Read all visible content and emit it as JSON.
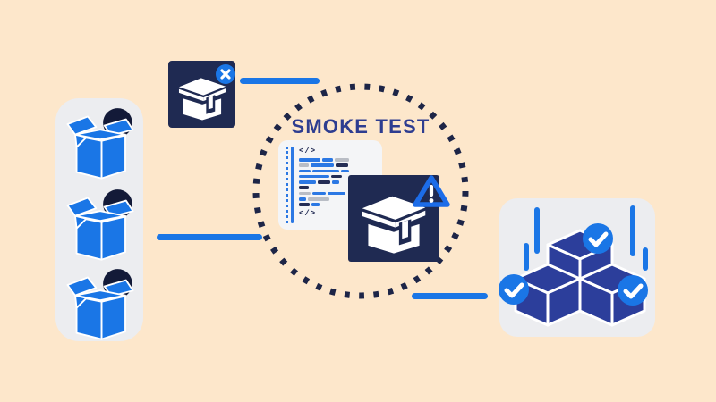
{
  "heading": {
    "label": "SMOKE TEST"
  },
  "colors": {
    "bg": "#fde7cb",
    "card": "#ecedf0",
    "blue": "#1a76e6",
    "navy": "#1f2a52",
    "dark_circle": "#131a38",
    "dot": "#1d2547",
    "cube": "#2c3e9b",
    "heading": "#2e3d90",
    "code_bg": "#f4f5f7",
    "code_blue": "#2b78e4",
    "code_navy": "#242d55",
    "code_gray": "#b9bdc5",
    "pattern_a": "#f6d8b0",
    "pattern_b": "#f2cfa2",
    "triangle_stroke": "#1c6ce8"
  },
  "left_panel": {
    "name": "incoming-packages",
    "box_count": 3
  },
  "top_icon": {
    "name": "package-rejected",
    "badge": "x"
  },
  "center": {
    "circle_style": "dotted",
    "icon": "package-warning"
  },
  "right_panel": {
    "name": "verified-packages",
    "check_count": 3
  },
  "code_card": {
    "open_tag": "</>",
    "close_tag": "</>",
    "lines": [
      [
        {
          "c": "b",
          "w": 24
        },
        {
          "c": "b",
          "w": 12
        },
        {
          "c": "g",
          "w": 16
        }
      ],
      [
        {
          "c": "g",
          "w": 11
        },
        {
          "c": "b",
          "w": 26
        },
        {
          "c": "n",
          "w": 14
        }
      ],
      [
        {
          "c": "b",
          "w": 13
        },
        {
          "c": "b",
          "w": 30
        },
        {
          "c": "b",
          "w": 9
        }
      ],
      [
        {
          "c": "b",
          "w": 34
        },
        {
          "c": "n",
          "w": 12
        }
      ],
      [
        {
          "c": "b",
          "w": 19
        },
        {
          "c": "n",
          "w": 14
        },
        {
          "c": "b",
          "w": 8
        }
      ],
      [
        {
          "c": "n",
          "w": 11
        }
      ],
      [
        {
          "c": "g",
          "w": 13
        },
        {
          "c": "b",
          "w": 15
        },
        {
          "c": "b",
          "w": 20
        }
      ],
      [
        {
          "c": "b",
          "w": 8
        },
        {
          "c": "g",
          "w": 24
        }
      ],
      [
        {
          "c": "n",
          "w": 12
        },
        {
          "c": "b",
          "w": 9
        }
      ]
    ]
  }
}
